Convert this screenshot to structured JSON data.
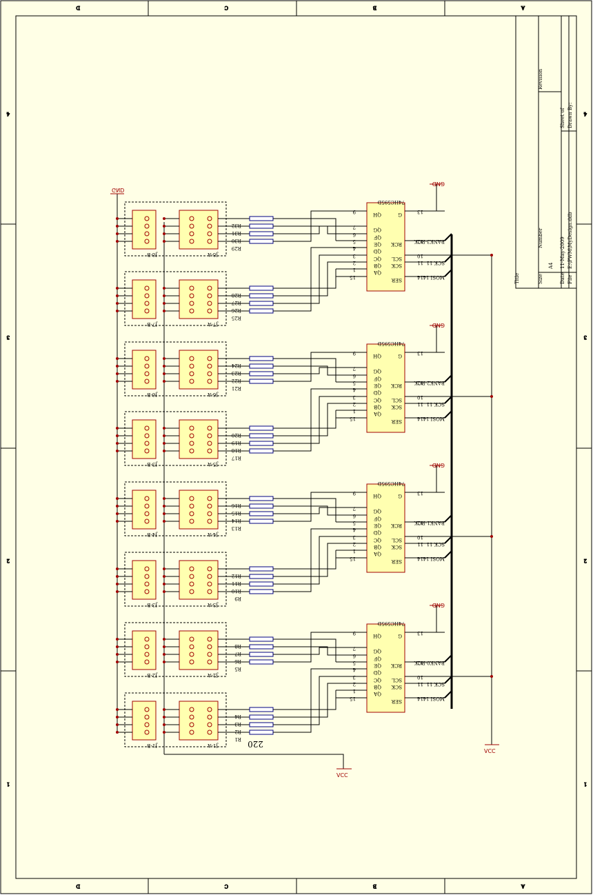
{
  "border": {
    "col_letters": [
      "D",
      "C",
      "B",
      "A"
    ],
    "row_numbers": [
      "4",
      "3",
      "2",
      "1"
    ]
  },
  "title_block": {
    "title_label": "Title",
    "size_label": "Size",
    "size_value": "A4",
    "number_label": "Number",
    "revision_label": "Revision",
    "date_label": "Date",
    "date_value": "11-May-2009",
    "sheet_label": "Sheet of",
    "file_label": "File",
    "file_value": "E:\\PWM\\MyDesign.ddb",
    "drawn_label": "Drawn By:"
  },
  "power": {
    "gnd": "GND",
    "vcc": "VCC",
    "resistor_value": "220"
  },
  "chips": [
    {
      "part": "74HC595D",
      "rck": "BANK0-RCK",
      "sck": "SCK",
      "mosi": "MOSI"
    },
    {
      "part": "74HC595D",
      "rck": "BANK1-RCK",
      "sck": "SCK",
      "mosi": "MOSI"
    },
    {
      "part": "74HC595D",
      "rck": "BANK2-RCK",
      "sck": "SCK",
      "mosi": "MOSI"
    },
    {
      "part": "74HC595D",
      "rck": "BANK3-RCK",
      "sck": "SCK",
      "mosi": "MOSI"
    }
  ],
  "chip_pins_left": [
    "QH",
    "QG",
    "QF",
    "QE",
    "QD",
    "QC",
    "QB",
    "QA"
  ],
  "chip_pins_right": [
    "G",
    "RCK",
    "SCL",
    "SCK",
    "SER"
  ],
  "chip_pin_numbers_left": [
    "9",
    "7",
    "6",
    "5",
    "4",
    "3",
    "2",
    "1",
    "15"
  ],
  "chip_pin_numbers_right": [
    "13",
    "12",
    "10",
    "11",
    "14"
  ],
  "led_groups": [
    {
      "a": "J1-A",
      "b": "J1-B",
      "r": [
        "R1",
        "R2",
        "R3",
        "R4"
      ]
    },
    {
      "a": "J2-A",
      "b": "J2-B",
      "r": [
        "R5",
        "R6",
        "R7",
        "R8"
      ]
    },
    {
      "a": "J3-A",
      "b": "J3-B",
      "r": [
        "R9",
        "R10",
        "R11",
        "R12"
      ]
    },
    {
      "a": "J4-A",
      "b": "J4-B",
      "r": [
        "R13",
        "R14",
        "R15",
        "R16"
      ]
    },
    {
      "a": "J5-A",
      "b": "J5-B",
      "r": [
        "R17",
        "R18",
        "R19",
        "R20"
      ]
    },
    {
      "a": "J6-A",
      "b": "J6-B",
      "r": [
        "R21",
        "R22",
        "R23",
        "R24"
      ]
    },
    {
      "a": "J7-A",
      "b": "J7-B",
      "r": [
        "R25",
        "R26",
        "R27",
        "R28"
      ]
    },
    {
      "a": "J8-A",
      "b": "J8-B",
      "r": [
        "R29",
        "R30",
        "R31",
        "R32"
      ]
    }
  ]
}
